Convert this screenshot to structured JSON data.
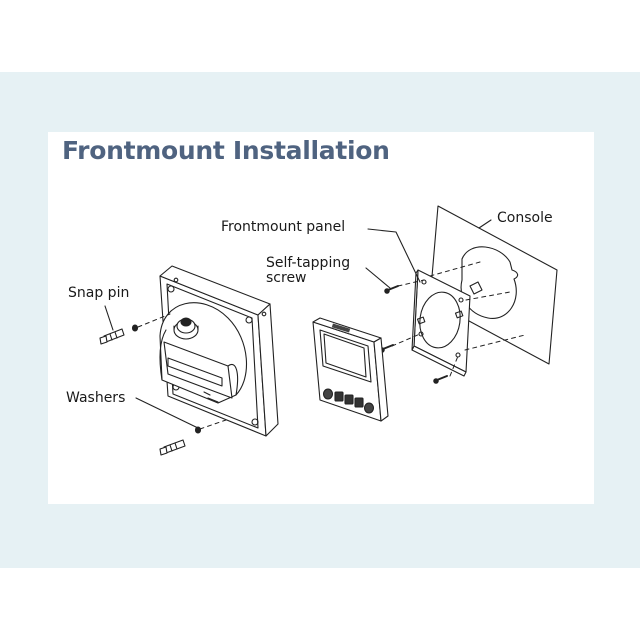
{
  "title": "Frontmount Installation",
  "labels": {
    "console": "Console",
    "frontmount_panel": "Frontmount panel",
    "self_tapping_line1": "Self-tapping",
    "self_tapping_line2": "screw",
    "snap_pin": "Snap pin",
    "washers": "Washers"
  },
  "colors": {
    "background_band": "#e6f1f4",
    "title": "#4f6380",
    "line": "#222222"
  }
}
